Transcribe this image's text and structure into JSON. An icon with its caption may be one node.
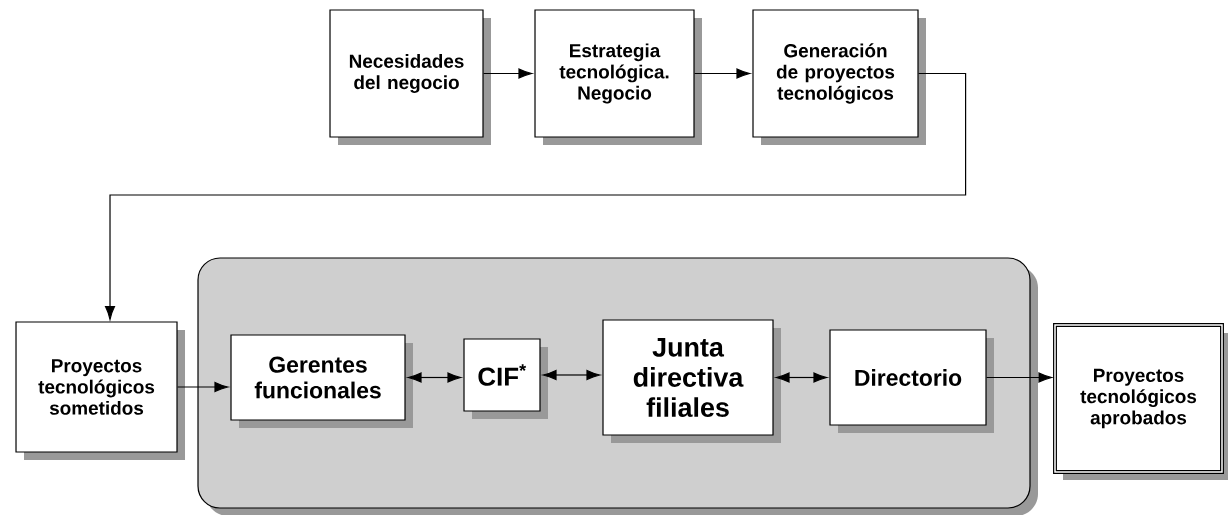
{
  "diagram": {
    "nodes": [
      {
        "text": [
          "Necesidades del negocio"
        ]
      },
      {
        "text": [
          "Estrategia tecnológica. Negocio"
        ]
      },
      {
        "text": [
          "Generación de proyectos tecnológicos"
        ]
      },
      {
        "text": [
          "Proyectos tecnológicos sometidos"
        ]
      },
      {
        "text": [],
        "shape": "box"
      },
      {
        "text": [
          "Gerentes funcionales"
        ],
        "in": 4
      },
      {
        "text": [
          "CIF$^{*}$"
        ],
        "in": 4
      },
      {
        "text": [
          "Junta directiva filiales"
        ],
        "in": 4
      },
      {
        "text": [
          "Directorio"
        ],
        "in": 4
      },
      {
        "text": [
          "Proyectos tecnológicos aprobados"
        ]
      }
    ],
    "edges": [
      {
        "from": 0,
        "to": 1,
        "arrow": "to"
      },
      {
        "from": 1,
        "to": 2,
        "arrow": "to"
      },
      {
        "from": 2,
        "to": 3,
        "arrow": "to"
      },
      {
        "from": 3,
        "to": 5,
        "arrow": "to"
      },
      {
        "from": 5,
        "to": 6,
        "arrow": "both"
      },
      {
        "from": 6,
        "to": 7,
        "arrow": "both"
      },
      {
        "from": 7,
        "to": 8,
        "arrow": "both"
      },
      {
        "from": 8,
        "to": 9,
        "arrow": "to"
      }
    ]
  }
}
